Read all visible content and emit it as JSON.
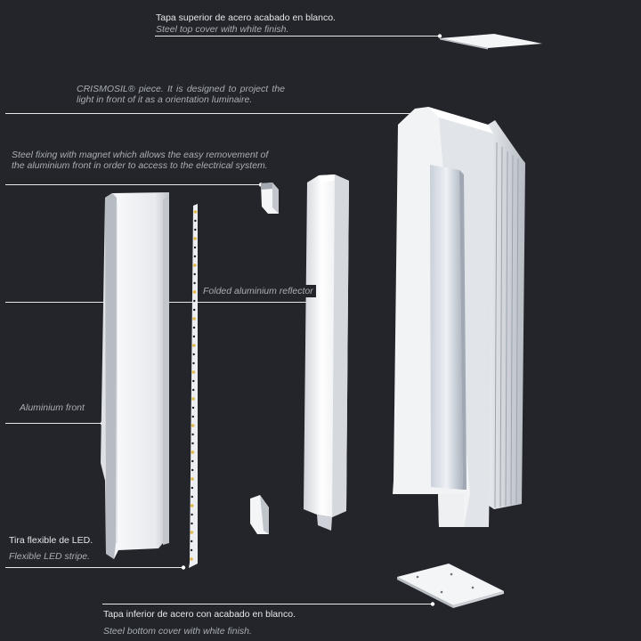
{
  "labels": {
    "top_cover": {
      "es": "Tapa superior de acero acabado en blanco.",
      "en": "Steel top cover with white finish."
    },
    "crismosil": {
      "line1": "CRISMOSIL® piece. It is designed to project the",
      "line2": "light in front of it as a orientation luminaire."
    },
    "fixing": {
      "line1": "Steel fixing with magnet which allows the easy removement of",
      "line2": "the aluminium front in order to access to the electrical system."
    },
    "reflector": "Folded aluminium reflector",
    "front": "Aluminium  front",
    "led": {
      "es": "Tira flexible de LED.",
      "en": "Flexible LED stripe."
    },
    "bottom_cover": {
      "es": "Tapa inferior de acero con acabado en blanco.",
      "en": "Steel bottom cover with white finish."
    }
  },
  "colors": {
    "background": "#23252b",
    "part_white": "#f3f4f6",
    "part_shadow": "#c9cdd3",
    "leader_line": "#e8e8e8"
  }
}
